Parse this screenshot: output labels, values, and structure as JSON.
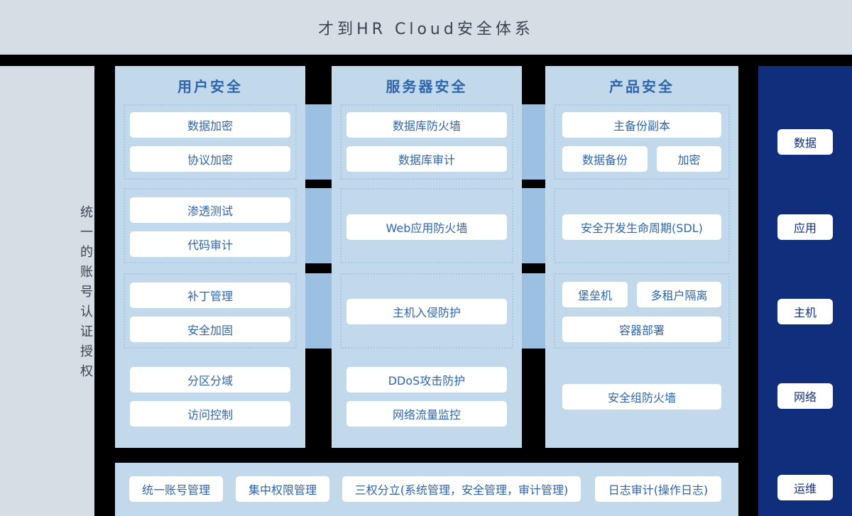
{
  "title": "才到HR Cloud安全体系",
  "left_sidebar": {
    "label": "统一的账号认证授权"
  },
  "columns": [
    {
      "header": "用户安全",
      "boxes": [
        "数据加密",
        "协议加密",
        "渗透测试",
        "代码审计",
        "补丁管理",
        "安全加固",
        "分区分域",
        "访问控制"
      ]
    },
    {
      "header": "服务器安全",
      "boxes": [
        "数据库防火墙",
        "数据库审计",
        "Web应用防火墙",
        "主机入侵防护",
        "DDoS攻击防护",
        "网络流量监控"
      ]
    },
    {
      "header": "产品安全",
      "boxes": [
        "主备份副本",
        "数据备份",
        "加密",
        "安全开发生命周期(SDL)",
        "堡垒机",
        "多租户隔离",
        "容器部署",
        "安全组防火墙"
      ]
    }
  ],
  "right_sidebar": {
    "items": [
      "数据",
      "应用",
      "主机",
      "网络",
      "运维"
    ]
  },
  "bottom_bar": {
    "items": [
      "统一账号管理",
      "集中权限管理",
      "三权分立(系统管理，安全管理，审计管理)",
      "日志审计(操作日志)"
    ]
  },
  "colors": {
    "background": "#000000",
    "panel_light": "#d6dde4",
    "column_bg": "#c2d8eb",
    "connector": "#9cc0e2",
    "accent_text": "#2e65ab",
    "navy": "#112e7d",
    "title_text": "#3a4450",
    "dotted_border": "#a8c8e6"
  }
}
